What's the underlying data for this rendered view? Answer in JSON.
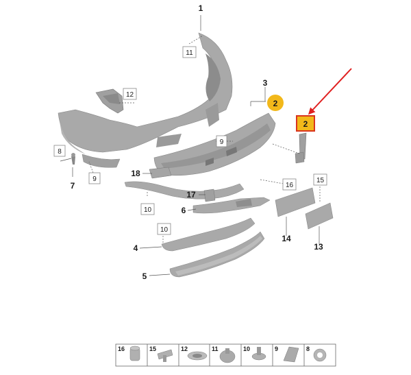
{
  "callouts": {
    "c1": "1",
    "c2_circle": "2",
    "c2_selected": "2",
    "c3": "3",
    "c4": "4",
    "c5": "5",
    "c6": "6",
    "c7": "7",
    "c13": "13",
    "c14": "14",
    "c17": "17",
    "c18": "18"
  },
  "boxed_labels": {
    "b8": "8",
    "b9_left": "9",
    "b9_mid": "9",
    "b10_top": "10",
    "b10_bottom": "10",
    "b11": "11",
    "b12": "12",
    "b15": "15",
    "b16": "16"
  },
  "legend": [
    "16",
    "15",
    "12",
    "11",
    "10",
    "9",
    "8"
  ],
  "colors": {
    "part_fill": "#a9a9a9",
    "part_dark": "#8c8c8c",
    "part_light": "#c8c8c8",
    "highlight_circle": "#f2b81a",
    "selected_box": "#f2b81a",
    "selected_border": "#d9341e",
    "arrow": "#e02020"
  }
}
